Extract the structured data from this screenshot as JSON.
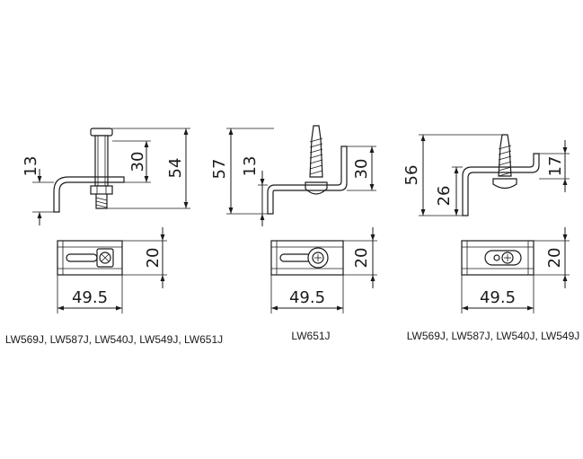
{
  "figures": [
    {
      "side_dims": [
        "13",
        "30",
        "54"
      ],
      "plan_dims": [
        "20",
        "49.5"
      ],
      "caption": "LW569J, LW587J, LW540J, LW549J, LW651J"
    },
    {
      "side_dims": [
        "57",
        "13",
        "30"
      ],
      "plan_dims": [
        "20",
        "49.5"
      ],
      "caption": "LW651J"
    },
    {
      "side_dims": [
        "56",
        "26",
        "17"
      ],
      "plan_dims": [
        "20",
        "49.5"
      ],
      "caption": "LW569J, LW587J, LW540J, LW549J"
    }
  ]
}
